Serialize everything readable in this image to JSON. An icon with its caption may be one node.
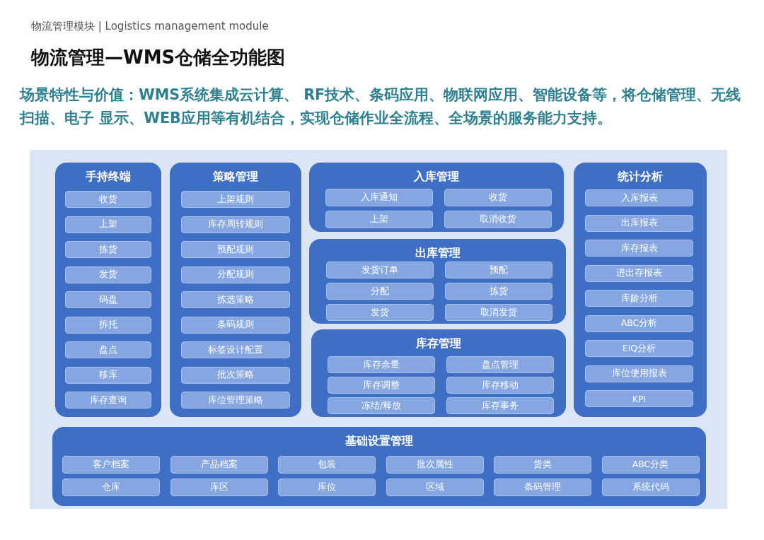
{
  "diagram": {
    "title": "物流管理—WMS仓储全功能图",
    "nodes": [
      {
        "text": [
          "手持终端"
        ]
      },
      {
        "text": [
          "收货"
        ],
        "in": 0
      },
      {
        "text": [
          "上架"
        ],
        "in": 0
      },
      {
        "text": [
          "拣货"
        ],
        "in": 0
      },
      {
        "text": [
          "发货"
        ],
        "in": 0
      },
      {
        "text": [
          "码盘"
        ],
        "in": 0
      },
      {
        "text": [
          "拆托"
        ],
        "in": 0
      },
      {
        "text": [
          "盘点"
        ],
        "in": 0
      },
      {
        "text": [
          "移库"
        ],
        "in": 0
      },
      {
        "text": [
          "库存查询"
        ],
        "in": 0
      },
      {
        "text": [
          "策略管理"
        ]
      },
      {
        "text": [
          "上架规则"
        ],
        "in": 10
      },
      {
        "text": [
          "库存周转规则"
        ],
        "in": 10
      },
      {
        "text": [
          "预配规则"
        ],
        "in": 10
      },
      {
        "text": [
          "分配规则"
        ],
        "in": 10
      },
      {
        "text": [
          "拣选策略"
        ],
        "in": 10
      },
      {
        "text": [
          "条码规则"
        ],
        "in": 10
      },
      {
        "text": [
          "标签设计配置"
        ],
        "in": 10
      },
      {
        "text": [
          "批次策略"
        ],
        "in": 10
      },
      {
        "text": [
          "库位管理策略"
        ],
        "in": 10
      },
      {
        "text": [
          "入库管理"
        ]
      },
      {
        "text": [
          "入库通知"
        ],
        "in": 20
      },
      {
        "text": [
          "收货"
        ],
        "in": 20
      },
      {
        "text": [
          "上架"
        ],
        "in": 20
      },
      {
        "text": [
          "取消收货"
        ],
        "in": 20
      },
      {
        "text": [
          "出库管理"
        ]
      },
      {
        "text": [
          "发货订单"
        ],
        "in": 25
      },
      {
        "text": [
          "预配"
        ],
        "in": 25
      },
      {
        "text": [
          "分配"
        ],
        "in": 25
      },
      {
        "text": [
          "拣货"
        ],
        "in": 25
      },
      {
        "text": [
          "发货"
        ],
        "in": 25
      },
      {
        "text": [
          "取消发货"
        ],
        "in": 25
      },
      {
        "text": [
          "库存管理"
        ]
      },
      {
        "text": [
          "库存余量"
        ],
        "in": 32
      },
      {
        "text": [
          "盘点管理"
        ],
        "in": 32
      },
      {
        "text": [
          "库存调整"
        ],
        "in": 32
      },
      {
        "text": [
          "库存移动"
        ],
        "in": 32
      },
      {
        "text": [
          "冻结/释放"
        ],
        "in": 32
      },
      {
        "text": [
          "库存事务"
        ],
        "in": 32
      },
      {
        "text": [
          "统计分析"
        ]
      },
      {
        "text": [
          "入库报表"
        ],
        "in": 39
      },
      {
        "text": [
          "出库报表"
        ],
        "in": 39
      },
      {
        "text": [
          "库存报表"
        ],
        "in": 39
      },
      {
        "text": [
          "进出存报表"
        ],
        "in": 39
      },
      {
        "text": [
          "库龄分析"
        ],
        "in": 39
      },
      {
        "text": [
          "ABC分析"
        ],
        "in": 39
      },
      {
        "text": [
          "EIQ分析"
        ],
        "in": 39
      },
      {
        "text": [
          "库位使用报表"
        ],
        "in": 39
      },
      {
        "text": [
          "KPI"
        ],
        "in": 39
      },
      {
        "text": [
          "基础设置管理"
        ]
      },
      {
        "text": [
          "客户档案"
        ],
        "in": 49
      },
      {
        "text": [
          "产品档案"
        ],
        "in": 49
      },
      {
        "text": [
          "包装"
        ],
        "in": 49
      },
      {
        "text": [
          "批次属性"
        ],
        "in": 49
      },
      {
        "text": [
          "货类"
        ],
        "in": 49
      },
      {
        "text": [
          "ABC分类"
        ],
        "in": 49
      },
      {
        "text": [
          "仓库"
        ],
        "in": 49
      },
      {
        "text": [
          "库区"
        ],
        "in": 49
      },
      {
        "text": [
          "库位"
        ],
        "in": 49
      },
      {
        "text": [
          "区域"
        ],
        "in": 49
      },
      {
        "text": [
          "条码管理"
        ],
        "in": 49
      },
      {
        "text": [
          "系统代码"
        ],
        "in": 49
      }
    ],
    "edges": [],
    "labels": [
      "物流管理模块 | Logistics management module",
      "场景特性与价值：WMS系统集成云计算、 RF技术、条码应用、物联网应用、智能设备等，将仓储管理、无线扫描、电子 显示、WEB应用等有机结合，实现仓储作业全流程、全场景的服务能力支持。"
    ]
  }
}
